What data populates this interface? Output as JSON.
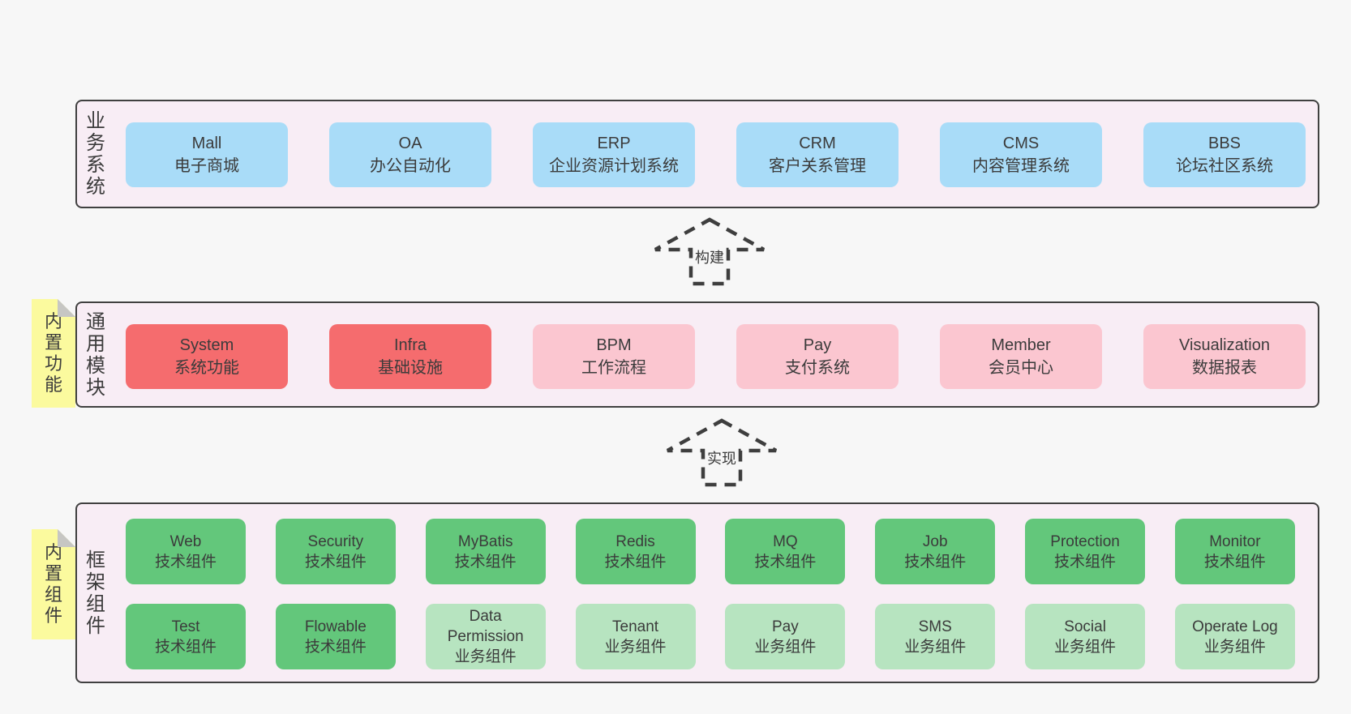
{
  "colors": {
    "page_bg": "#f7f7f7",
    "band_bg": "#f8edf5",
    "band_border": "#404040",
    "text": "#3b3b3b",
    "business": "#a9dcf8",
    "module_core": "#f56c6e",
    "module_optional": "#fbc6d0",
    "component_tech": "#63c77b",
    "component_biz": "#b7e4c0",
    "note_bg": "#fbfa9e",
    "note_fold": "#c6c6c3"
  },
  "arrows": [
    {
      "label": "构建"
    },
    {
      "label": "实现"
    }
  ],
  "bands": [
    {
      "label": "业务系统",
      "boxes": [
        {
          "title": "Mall",
          "subtitle": "电子商城"
        },
        {
          "title": "OA",
          "subtitle": "办公自动化"
        },
        {
          "title": "ERP",
          "subtitle": "企业资源计划系统"
        },
        {
          "title": "CRM",
          "subtitle": "客户关系管理"
        },
        {
          "title": "CMS",
          "subtitle": "内容管理系统"
        },
        {
          "title": "BBS",
          "subtitle": "论坛社区系统"
        }
      ]
    },
    {
      "label": "通用模块",
      "note": "内置功能",
      "boxes": [
        {
          "title": "System",
          "subtitle": "系统功能"
        },
        {
          "title": "Infra",
          "subtitle": "基础设施"
        },
        {
          "title": "BPM",
          "subtitle": "工作流程"
        },
        {
          "title": "Pay",
          "subtitle": "支付系统"
        },
        {
          "title": "Member",
          "subtitle": "会员中心"
        },
        {
          "title": "Visualization",
          "subtitle": "数据报表"
        }
      ]
    },
    {
      "label": "框架组件",
      "note": "内置组件",
      "rows": [
        [
          {
            "title": "Web",
            "subtitle": "技术组件"
          },
          {
            "title": "Security",
            "subtitle": "技术组件"
          },
          {
            "title": "MyBatis",
            "subtitle": "技术组件"
          },
          {
            "title": "Redis",
            "subtitle": "技术组件"
          },
          {
            "title": "MQ",
            "subtitle": "技术组件"
          },
          {
            "title": "Job",
            "subtitle": "技术组件"
          },
          {
            "title": "Protection",
            "subtitle": "技术组件"
          },
          {
            "title": "Monitor",
            "subtitle": "技术组件"
          }
        ],
        [
          {
            "title": "Test",
            "subtitle": "技术组件"
          },
          {
            "title": "Flowable",
            "subtitle": "技术组件"
          },
          {
            "title": "Data Permission",
            "subtitle": "业务组件"
          },
          {
            "title": "Tenant",
            "subtitle": "业务组件"
          },
          {
            "title": "Pay",
            "subtitle": "业务组件"
          },
          {
            "title": "SMS",
            "subtitle": "业务组件"
          },
          {
            "title": "Social",
            "subtitle": "业务组件"
          },
          {
            "title": "Operate Log",
            "subtitle": "业务组件"
          }
        ]
      ]
    }
  ]
}
